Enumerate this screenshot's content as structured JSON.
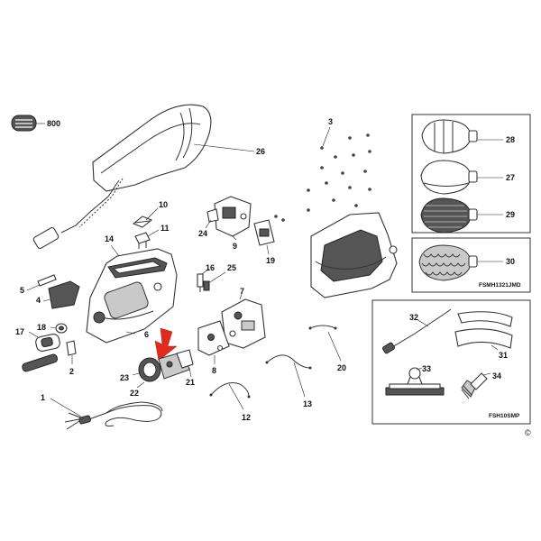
{
  "labels": {
    "p800": "800",
    "p26": "26",
    "p3": "3",
    "p28": "28",
    "p27": "27",
    "p29": "29",
    "p30": "30",
    "p10": "10",
    "p11": "11",
    "p24": "24",
    "p9": "9",
    "p19": "19",
    "p14": "14",
    "p16": "16",
    "p25": "25",
    "p5": "5",
    "p4": "4",
    "p7": "7",
    "p18": "18",
    "p17": "17",
    "p6": "6",
    "p2": "2",
    "p23": "23",
    "p22": "22",
    "p21": "21",
    "p8": "8",
    "p20": "20",
    "p1": "1",
    "p12": "12",
    "p13": "13",
    "p32": "32",
    "p31": "31",
    "p33": "33",
    "p34": "34"
  },
  "kit_codes": {
    "mitts": "FSMH1321JMD",
    "accessories": "FSH10SMP"
  },
  "copyright": "©",
  "colors": {
    "highlight_arrow": "#e02a1d",
    "line": "#333333"
  },
  "icons": {
    "pack-icon": "800",
    "highlight-arrow-icon": "red-down-arrow"
  }
}
